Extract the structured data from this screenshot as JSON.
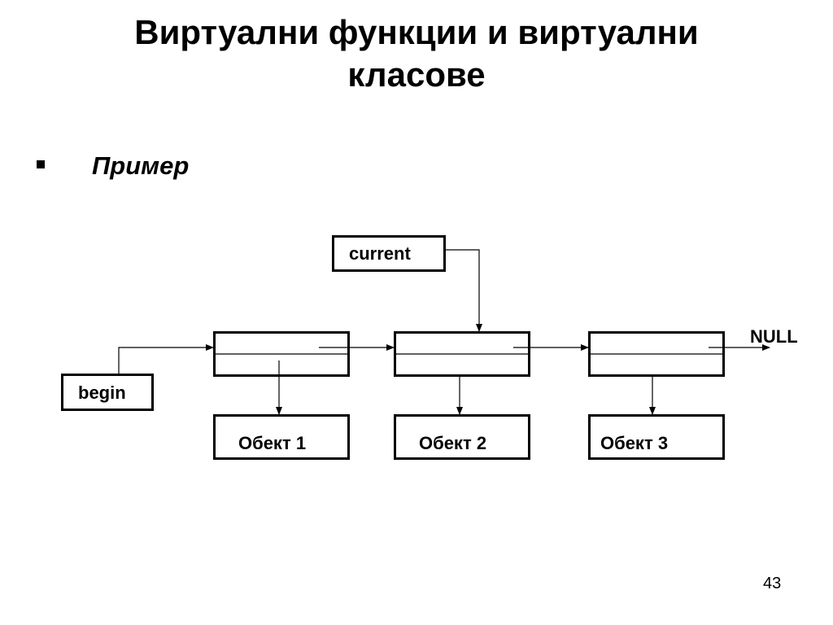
{
  "slide": {
    "title_line1": "Виртуални функции и виртуални",
    "title_line2": "класове",
    "bullet_text": "Пример",
    "page_number": "43"
  },
  "diagram": {
    "pointers": {
      "current": "current",
      "begin": "begin"
    },
    "null_label": "NULL",
    "objects": [
      "Обект 1",
      "Обект 2",
      "Обект 3"
    ]
  }
}
